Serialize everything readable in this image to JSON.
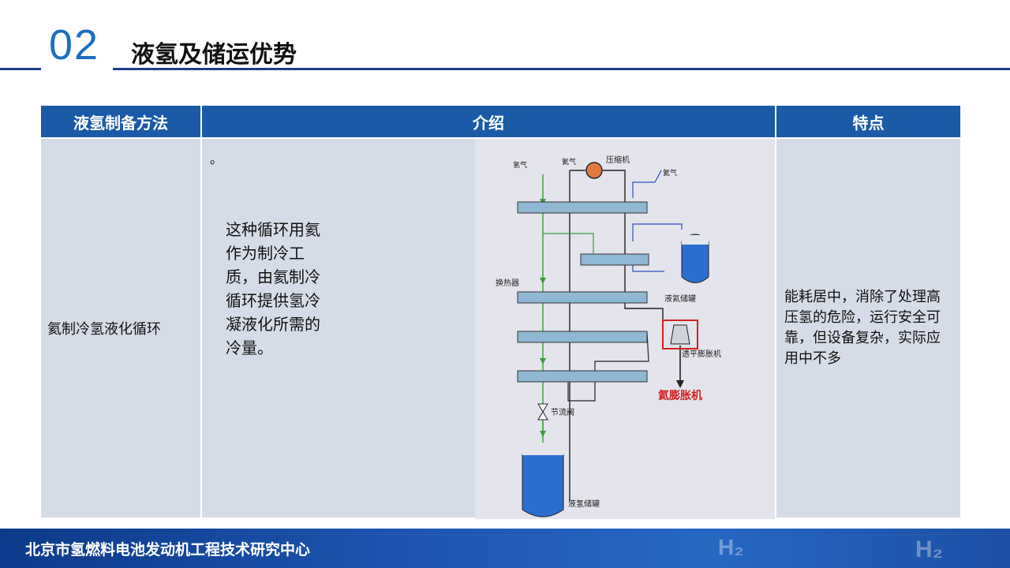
{
  "header": {
    "number": "02",
    "title": "液氢及储运优势"
  },
  "table": {
    "headers": [
      "液氢制备方法",
      "介绍",
      "特点"
    ],
    "row": {
      "method": "氦制冷氢液化循环",
      "intro_dot": "。",
      "intro_text": "这种循环用氦作为制冷工质，由氦制冷循环提供氢冷凝液化所需的冷量。",
      "feature": "能耗居中，消除了处理高压氢的危险，运行安全可靠，但设备复杂，实际应用中不多"
    }
  },
  "diagram": {
    "labels": {
      "hydrogen_in": "氢气",
      "helium_in": "氦气",
      "compressor": "压缩机",
      "helium_out": "氦气",
      "heat_exchanger": "换热器",
      "lh2_tank_small": "液氦储罐",
      "turbo_expander": "透平膨胀机",
      "helium_expander": "氦膨胀机",
      "throttle_valve": "节流阀",
      "lh2_tank_big": "液氢储罐"
    },
    "colors": {
      "exchanger_fill": "#8fb8d4",
      "tank_fill": "#2a6fd0",
      "highlight": "#d42020",
      "green_arrow": "#3a9a3a",
      "blue_arrow": "#2a4fc0"
    }
  },
  "footer": {
    "org": "北京市氢燃料电池发动机工程技术研究中心",
    "logo1": "H₂",
    "logo2": "H₂"
  }
}
